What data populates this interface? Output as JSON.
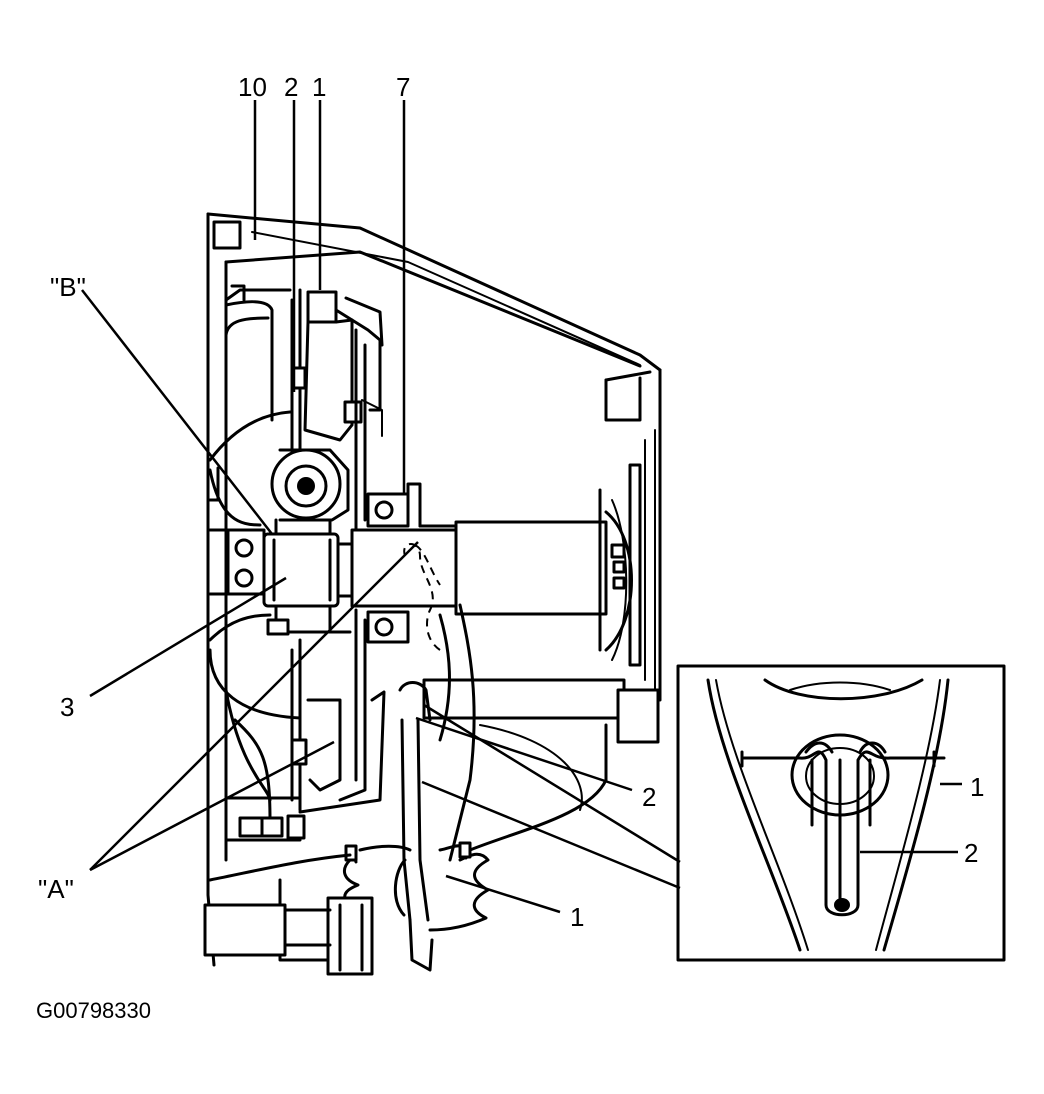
{
  "labels": {
    "top_10": "10",
    "top_2": "2",
    "top_1": "1",
    "top_7": "7",
    "b": "\"B\"",
    "three": "3",
    "a": "\"A\"",
    "right_2": "2",
    "bottom_1": "1",
    "inset_1": "1",
    "inset_2": "2"
  },
  "figure_code": "G00798330"
}
